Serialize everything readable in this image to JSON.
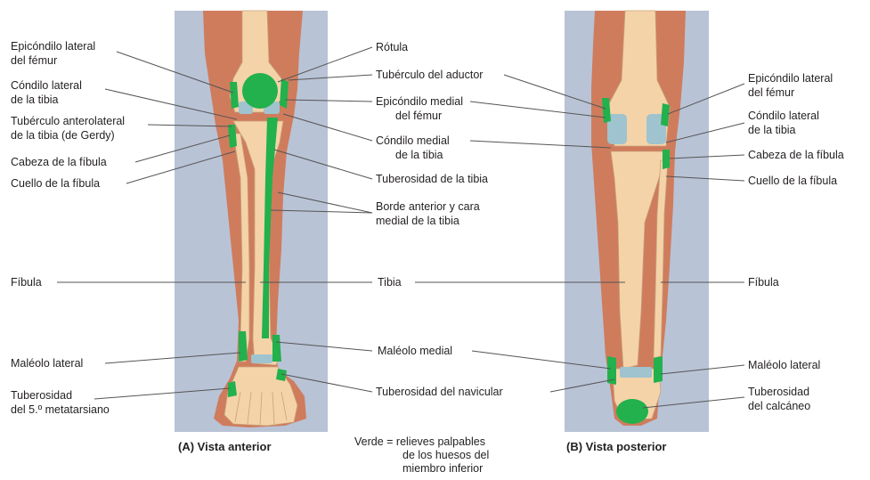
{
  "colors": {
    "panel_bg": "#b9c3d6",
    "skin": "#cf7c5d",
    "bone": "#f4d3a8",
    "palpable_green": "#22b14c",
    "cartilage_blue": "#9fc3cf",
    "leader_line": "#555555"
  },
  "panel_a": {
    "caption": "(A) Vista anterior",
    "left_labels": [
      {
        "lines": [
          "Epicóndilo lateral",
          "del fémur"
        ]
      },
      {
        "lines": [
          "Cóndilo lateral",
          "de la tibia"
        ]
      },
      {
        "lines": [
          "Tubérculo anterolateral",
          "de la tibia (de Gerdy)"
        ]
      },
      {
        "lines": [
          "Cabeza de la fíbula"
        ]
      },
      {
        "lines": [
          "Cuello de la fíbula"
        ]
      },
      {
        "lines": [
          "Fíbula"
        ]
      },
      {
        "lines": [
          "Maléolo lateral"
        ]
      },
      {
        "lines": [
          "Tuberosidad",
          "del 5.º metatarsiano"
        ]
      }
    ]
  },
  "center_labels": [
    {
      "lines": [
        "Rótula"
      ]
    },
    {
      "lines": [
        "Tubérculo del aductor"
      ]
    },
    {
      "lines": [
        "Epicóndilo medial",
        "del fémur"
      ]
    },
    {
      "lines": [
        "Cóndilo medial",
        "de la tibia"
      ]
    },
    {
      "lines": [
        "Tuberosidad de la tibia"
      ]
    },
    {
      "lines": [
        "Borde anterior y cara",
        "medial de la tibia"
      ]
    },
    {
      "lines": [
        "Tibia"
      ]
    },
    {
      "lines": [
        "Maléolo medial"
      ]
    },
    {
      "lines": [
        "Tuberosidad del navicular"
      ]
    }
  ],
  "panel_b": {
    "caption": "(B) Vista posterior",
    "right_labels": [
      {
        "lines": [
          "Epicóndilo lateral",
          "del fémur"
        ]
      },
      {
        "lines": [
          "Cóndilo lateral",
          "de la tibia"
        ]
      },
      {
        "lines": [
          "Cabeza de la fíbula"
        ]
      },
      {
        "lines": [
          "Cuello de la fíbula"
        ]
      },
      {
        "lines": [
          "Fíbula"
        ]
      },
      {
        "lines": [
          "Maléolo lateral"
        ]
      },
      {
        "lines": [
          "Tuberosidad",
          "del calcáneo"
        ]
      }
    ]
  },
  "legend": {
    "lines": [
      "Verde = relieves palpables",
      "de los huesos del",
      "miembro inferior"
    ]
  }
}
